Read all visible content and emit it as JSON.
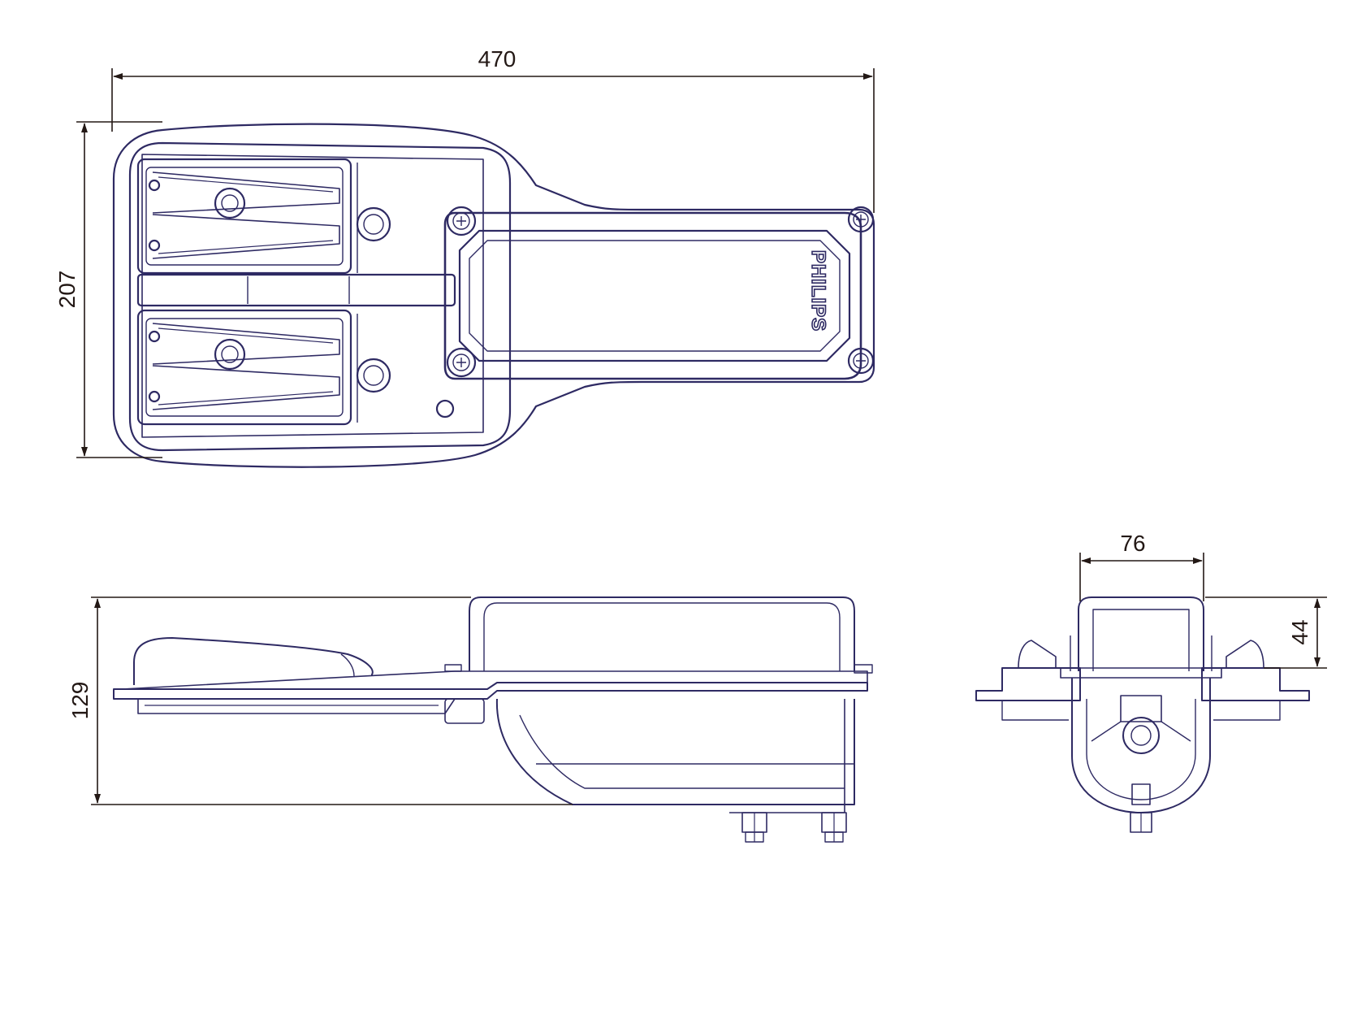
{
  "drawing": {
    "brand": "PHILIPS",
    "dimensions": {
      "length": "470",
      "width": "207",
      "height": "129",
      "bracket_width": "76",
      "bracket_height": "44"
    },
    "colors": {
      "outline": "#2e2a63",
      "dimension_line": "#231815",
      "background": "#ffffff"
    }
  }
}
